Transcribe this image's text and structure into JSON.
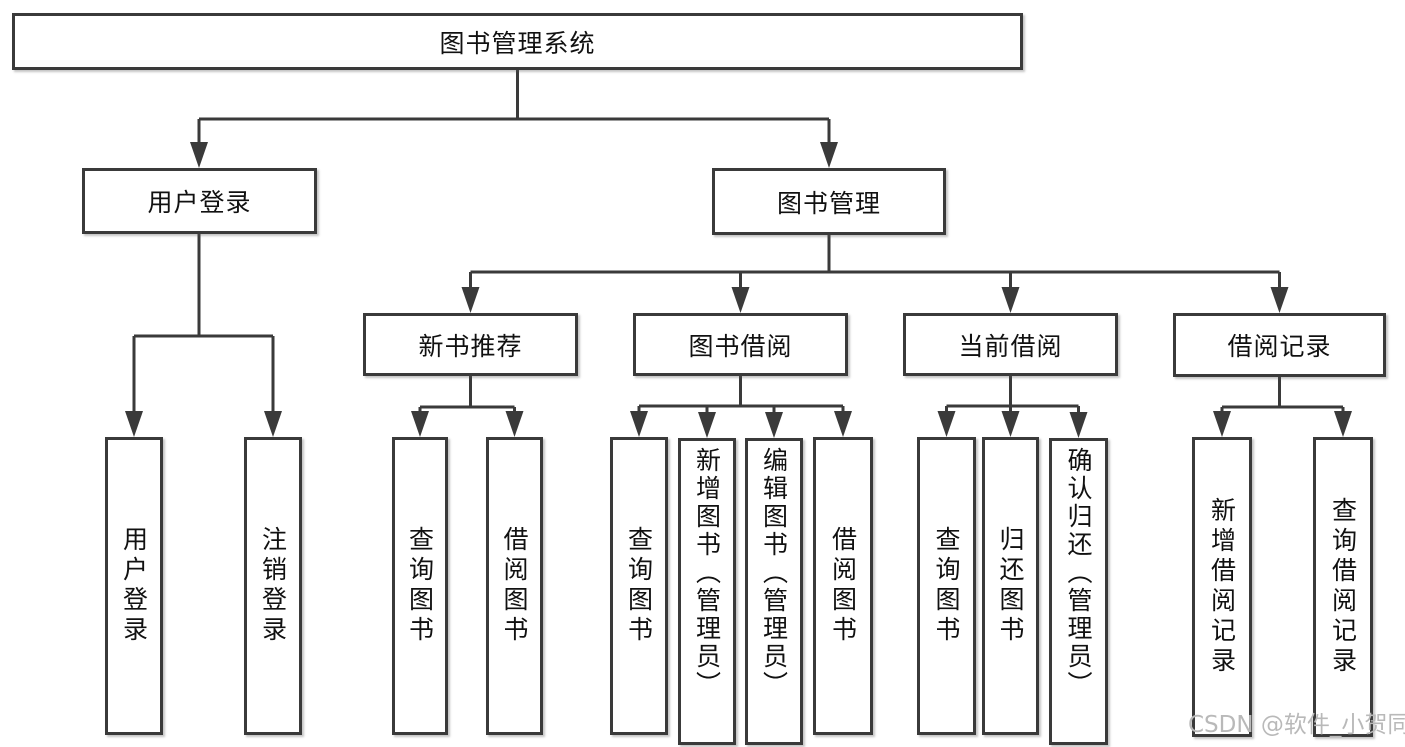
{
  "root": {
    "label": "图书管理系统"
  },
  "level2": [
    {
      "label": "用户登录"
    },
    {
      "label": "图书管理"
    }
  ],
  "level3": [
    {
      "label": "新书推荐",
      "parent": "图书管理"
    },
    {
      "label": "图书借阅",
      "parent": "图书管理"
    },
    {
      "label": "当前借阅",
      "parent": "图书管理"
    },
    {
      "label": "借阅记录",
      "parent": "图书管理"
    }
  ],
  "leaves": [
    {
      "label": "用户登录",
      "parent": "用户登录"
    },
    {
      "label": "注销登录",
      "parent": "用户登录"
    },
    {
      "label": "查询图书",
      "parent": "新书推荐"
    },
    {
      "label": "借阅图书",
      "parent": "新书推荐"
    },
    {
      "label": "查询图书",
      "parent": "图书借阅"
    },
    {
      "label": "新增图书（管理员）",
      "parent": "图书借阅"
    },
    {
      "label": "编辑图书（管理员）",
      "parent": "图书借阅"
    },
    {
      "label": "借阅图书",
      "parent": "图书借阅"
    },
    {
      "label": "查询图书",
      "parent": "当前借阅"
    },
    {
      "label": "归还图书",
      "parent": "当前借阅"
    },
    {
      "label": "确认归还（管理员）",
      "parent": "当前借阅"
    },
    {
      "label": "新增借阅记录",
      "parent": "借阅记录"
    },
    {
      "label": "查询借阅记录",
      "parent": "借阅记录"
    }
  ],
  "watermark": "CSDN @软件_小贺同学",
  "colors": {
    "line": "#3a3a3a",
    "box_border": "#3a3a3a",
    "box_fill": "#ffffff",
    "text": "#111111",
    "watermark": "#b9b9b9"
  }
}
